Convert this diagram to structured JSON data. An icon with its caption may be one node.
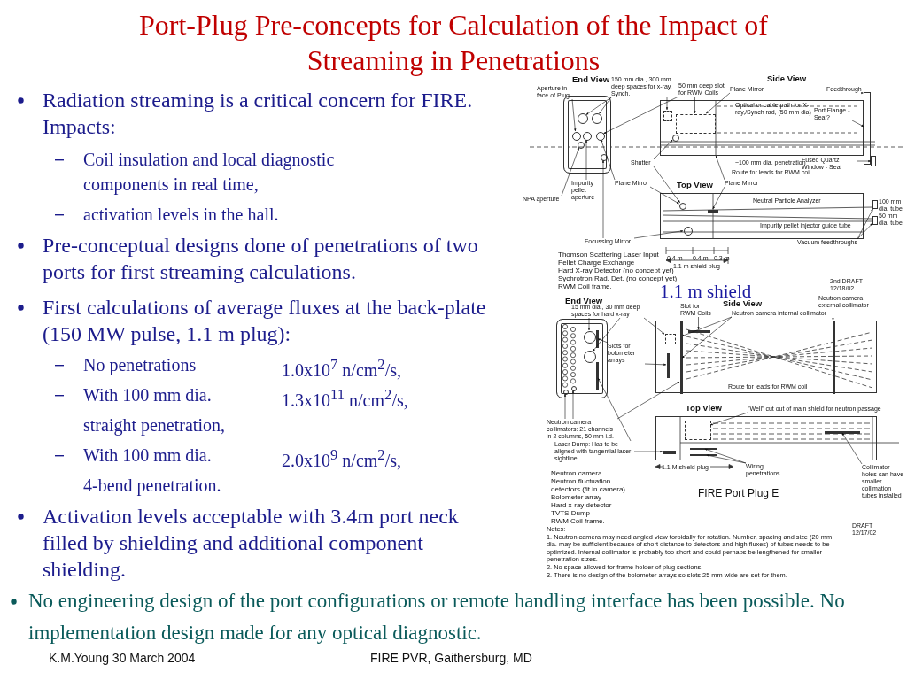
{
  "diagram": {
    "title": "Port-Plug Pre-concepts for Calculation of the Impact of Streaming in Penetrations",
    "nodes": [
      {
        "text": [
          "150 mm dia., 300 mm deep spaces for x-ray, Synch."
        ]
      },
      {
        "text": [
          "Aperture in face of Plug"
        ]
      },
      {
        "text": [
          "50 mm deep slot for RWM Coils"
        ]
      },
      {
        "text": [
          "Plane Mirror"
        ]
      },
      {
        "text": [
          "Feedthrough"
        ]
      },
      {
        "text": [
          "Port Flange -Seal?"
        ],
        "in": 32
      },
      {
        "text": [
          "Shutter"
        ]
      },
      {
        "text": [
          "Fused Quartz Window - Seal"
        ]
      },
      {
        "text": [
          "Impurity pellet aperture"
        ]
      },
      {
        "text": [
          "Plane Mirror"
        ]
      },
      {
        "text": [
          "Plane Mirror"
        ]
      },
      {
        "text": [
          "NPA aperture"
        ]
      },
      {
        "text": [
          "Focussing Mirror"
        ]
      },
      {
        "text": [
          "Vacuum feedthroughs"
        ]
      },
      {
        "text": [
          "15 mm dia., 30 mm deep spaces for hard x-ray"
        ]
      },
      {
        "text": [
          "Slot for RWM Coils"
        ]
      },
      {
        "text": [
          "Neutron camera internal collimator"
        ]
      },
      {
        "text": [
          "Neutron camera external collimator"
        ]
      },
      {
        "text": [
          "Slots for bolometer arrays"
        ]
      },
      {
        "text": [
          "\"Well\" cut out of main shield for neutron passage"
        ]
      },
      {
        "text": [
          "Neutron camera collimators: 21 channels in 2 columns, 50 mm i.d."
        ]
      },
      {
        "text": [
          "Laser Dump: Has to be aligned with tangential laser sightline"
        ]
      },
      {
        "text": [
          "Wiring penetrations"
        ]
      },
      {
        "text": [
          "Collimator holes can have smaller collimation tubes installed"
        ]
      },
      {
        "text": [],
        "shape": "box"
      },
      {
        "text": [],
        "shape": "circle",
        "in": 24
      },
      {
        "text": [],
        "shape": "circle",
        "in": 24
      },
      {
        "text": [],
        "shape": "circle",
        "in": 24
      },
      {
        "text": [],
        "shape": "circle",
        "in": 24
      },
      {
        "text": [],
        "shape": "circle",
        "in": 24
      },
      {
        "text": [],
        "shape": "circle",
        "in": 24
      },
      {
        "text": [],
        "shape": "circle",
        "in": 24
      },
      {
        "text": [],
        "shape": "box"
      },
      {
        "text": [],
        "shape": "circle",
        "in": 32
      },
      {
        "text": [],
        "shape": "box",
        "in": 32
      },
      {
        "text": [],
        "shape": "box",
        "in": 32
      },
      {
        "text": [],
        "shape": "box"
      },
      {
        "text": [],
        "shape": "box"
      },
      {
        "text": [],
        "shape": "box"
      },
      {
        "text": [],
        "shape": "circle",
        "in": 38
      },
      {
        "text": [],
        "shape": "circle",
        "in": 38
      },
      {
        "text": [],
        "shape": "bar",
        "in": 38
      },
      {
        "text": [],
        "shape": "box"
      },
      {
        "text": [],
        "shape": "box"
      },
      {
        "text": [],
        "shape": "box"
      },
      {
        "text": [],
        "shape": "circle",
        "in": 44
      },
      {
        "text": [],
        "shape": "circle",
        "in": 44
      },
      {
        "text": [],
        "shape": "circle",
        "in": 44
      },
      {
        "text": [],
        "shape": "circle",
        "in": 44
      },
      {
        "text": [],
        "shape": "bar",
        "in": 44
      },
      {
        "text": [],
        "shape": "bar",
        "in": 44
      },
      {
        "text": [],
        "shape": "box"
      },
      {
        "text": [],
        "shape": "bar",
        "in": 51
      },
      {
        "text": [],
        "shape": "bar",
        "in": 51
      },
      {
        "text": [],
        "shape": "box",
        "in": 51
      },
      {
        "text": [],
        "shape": "bar",
        "in": 51
      },
      {
        "text": [],
        "shape": "bar",
        "in": 51
      },
      {
        "text": [],
        "shape": "box"
      },
      {
        "text": [],
        "shape": "box",
        "in": 57
      },
      {
        "text": [],
        "shape": "bar",
        "in": 57
      },
      {
        "text": [],
        "shape": "bar",
        "in": 57
      },
      {
        "text": [],
        "shape": "bar",
        "in": 57
      },
      {
        "text": [],
        "shape": "bar",
        "in": 57
      }
    ],
    "edges": [
      {
        "from": 0,
        "to": 25,
        "arrow": "to"
      },
      {
        "from": 0,
        "to": 26,
        "arrow": "to"
      },
      {
        "from": 0,
        "to": 35,
        "arrow": "to"
      },
      {
        "from": 1,
        "to": 27,
        "arrow": "to"
      },
      {
        "from": 2,
        "to": 34,
        "arrow": "to"
      },
      {
        "from": 2,
        "to": 29,
        "arrow": "to"
      },
      {
        "from": 3,
        "to": 34,
        "arrow": "to"
      },
      {
        "from": 4,
        "to": 36,
        "arrow": "to"
      },
      {
        "from": 5,
        "to": 36,
        "arrow": "to"
      },
      {
        "from": 6,
        "to": 33,
        "arrow": "to"
      },
      {
        "from": 6,
        "to": 39,
        "arrow": "to"
      },
      {
        "from": 7,
        "to": 37,
        "arrow": "to"
      },
      {
        "from": 8,
        "to": 28,
        "arrow": "to"
      },
      {
        "from": 9,
        "to": 29,
        "arrow": "to"
      },
      {
        "from": 9,
        "to": 39,
        "arrow": "to"
      },
      {
        "from": 10,
        "to": 32,
        "arrow": "to"
      },
      {
        "from": 10,
        "to": 41,
        "arrow": "to"
      },
      {
        "from": 11,
        "to": 30,
        "arrow": "to"
      },
      {
        "from": 12,
        "to": 31,
        "arrow": "to"
      },
      {
        "from": 12,
        "to": 40,
        "arrow": "to"
      },
      {
        "from": 13,
        "to": 42,
        "arrow": "to"
      },
      {
        "from": 13,
        "to": 43,
        "arrow": "to"
      },
      {
        "from": 14,
        "to": 45,
        "arrow": "to"
      },
      {
        "from": 14,
        "to": 46,
        "arrow": "to"
      },
      {
        "from": 14,
        "to": 54,
        "arrow": "to"
      },
      {
        "from": 15,
        "to": 55,
        "arrow": "to"
      },
      {
        "from": 16,
        "to": 52,
        "arrow": "to"
      },
      {
        "from": 16,
        "to": 52,
        "arrow": "to"
      },
      {
        "from": 17,
        "to": 53,
        "arrow": "to"
      },
      {
        "from": 18,
        "to": 49,
        "arrow": "to"
      },
      {
        "from": 18,
        "to": 56,
        "arrow": "to"
      },
      {
        "from": 19,
        "to": 58,
        "arrow": "to"
      },
      {
        "from": 20,
        "to": 47,
        "arrow": "to"
      },
      {
        "from": 20,
        "to": 48,
        "arrow": "to"
      },
      {
        "from": 20,
        "to": 52,
        "arrow": "to"
      },
      {
        "from": 21,
        "to": 50,
        "arrow": "to"
      },
      {
        "from": 21,
        "to": 59,
        "arrow": "to"
      },
      {
        "from": 22,
        "to": 60,
        "arrow": "to"
      },
      {
        "from": 22,
        "to": 61,
        "arrow": "to"
      },
      {
        "from": 23,
        "to": 62,
        "arrow": "to"
      }
    ],
    "labels": [
      "Radiation streaming is a critical concern for FIRE. Impacts:",
      "Coil insulation and local diagnostic components in real time,",
      "activation levels in the hall.",
      "Pre-conceptual designs done of penetrations of two ports for first streaming calculations.",
      "First calculations of average fluxes at the back-plate (150 MW pulse, 1.1 m plug):",
      "No penetrations",
      "1.0x10$^{7}$ n/cm$^{2}$/s,",
      "With 100 mm dia.",
      "1.3x10$^{11}$ n/cm$^{2}$/s,",
      "straight penetration,",
      "With 100 mm dia.",
      "2.0x10$^{9}$ n/cm$^{2}$/s,",
      "4-bend penetration.",
      "Activation levels acceptable with 3.4m port neck filled by shielding and additional component shielding.",
      "No engineering design of the port configurations or remote handling interface has been possible. No implementation design made for any optical diagnostic.",
      "End View",
      "Side View",
      "Optical or cable path for X-ray,/Synch rad, (50 mm dia)",
      "~100 mm dia. penetration",
      "Route for leads for RWM coil",
      "Top View",
      "Neutral Particle Analyzer",
      "100 mm dia. tube",
      "50 mm dia. tube",
      "Impurity pellet injector guide tube",
      "0.4 m",
      "0.4 m",
      "0.3 m",
      "1.1 m shield plug",
      "Thomson Scattering Laser Input",
      "Pellet Charge Exchange",
      "Hard X-ray Detector (no concept yet)",
      "Sychrotron Rad. Det. (no concept yet)",
      "RWM Coil frame.",
      "1.1 m shield",
      "2nd DRAFT 12/18/02",
      "End View",
      "Side View",
      "Route for leads for RWM coil",
      "Top View",
      "1.1 M shield plug",
      "Neutron camera",
      "Neutron fluctuation detectors (fit in camera)",
      "Bolometer array",
      "Hard x-ray detector",
      "TVTS Dump",
      "RWM Coil frame.",
      "FIRE Port Plug E",
      "Notes:",
      "1. Neutron camera may need angled view toroidally for rotation. Number, spacing and size (20 mm dia. may be sufficient because of short distance to detectors and high fluxes) of tubes needs to be optimized. Internal collimator is probably too short and could perhaps be lengthened for smaller penetration sizes.",
      "2. No space allowed for frame holder of plug sections.",
      "3. There is no design of the bolometer arrays so slots 25 mm wide are set for them.",
      "DRAFT 12/17/02",
      "K.M.Young 30 March 2004",
      "FIRE PVR, Gaithersburg, MD"
    ]
  }
}
